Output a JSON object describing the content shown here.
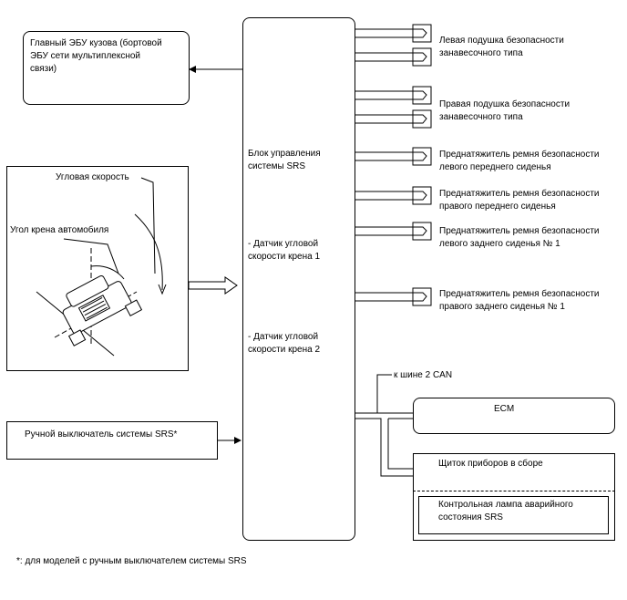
{
  "main_ecu": {
    "line1": "Главный ЭБУ кузова (бортовой",
    "line2": "ЭБУ сети мультиплексной",
    "line3": "связи)"
  },
  "srs_unit": {
    "title1": "Блок управления",
    "title2": "системы SRS",
    "sensor1_line1": "- Датчик угловой",
    "sensor1_line2": "скорости крена 1",
    "sensor2_line1": "- Датчик угловой",
    "sensor2_line2": "скорости крена 2"
  },
  "vehicle": {
    "angular_speed": "Угловая скорость",
    "roll_angle": "Угол крена автомобиля"
  },
  "manual_switch": "Ручной выключатель системы SRS*",
  "outputs": [
    {
      "line1": "Левая подушка безопасности",
      "line2": "занавесочного типа"
    },
    {
      "line1": "Правая подушка безопасности",
      "line2": "занавесочного типа"
    },
    {
      "line1": "Преднатяжитель ремня безопасности",
      "line2": "левого переднего сиденья"
    },
    {
      "line1": "Преднатяжитель ремня безопасности",
      "line2": "правого переднего сиденья"
    },
    {
      "line1": "Преднатяжитель ремня безопасности",
      "line2": "левого заднего сиденья № 1"
    },
    {
      "line1": "Преднатяжитель ремня безопасности",
      "line2": "правого заднего сиденья № 1"
    }
  ],
  "can_bus": "к шине 2 CAN",
  "ecm": "ECM",
  "meter": {
    "title": "Щиток приборов в сборе",
    "warning_line1": "Контрольная лампа аварийного",
    "warning_line2": "состояния SRS"
  },
  "footnote": "*: для моделей с ручным выключателем системы SRS"
}
